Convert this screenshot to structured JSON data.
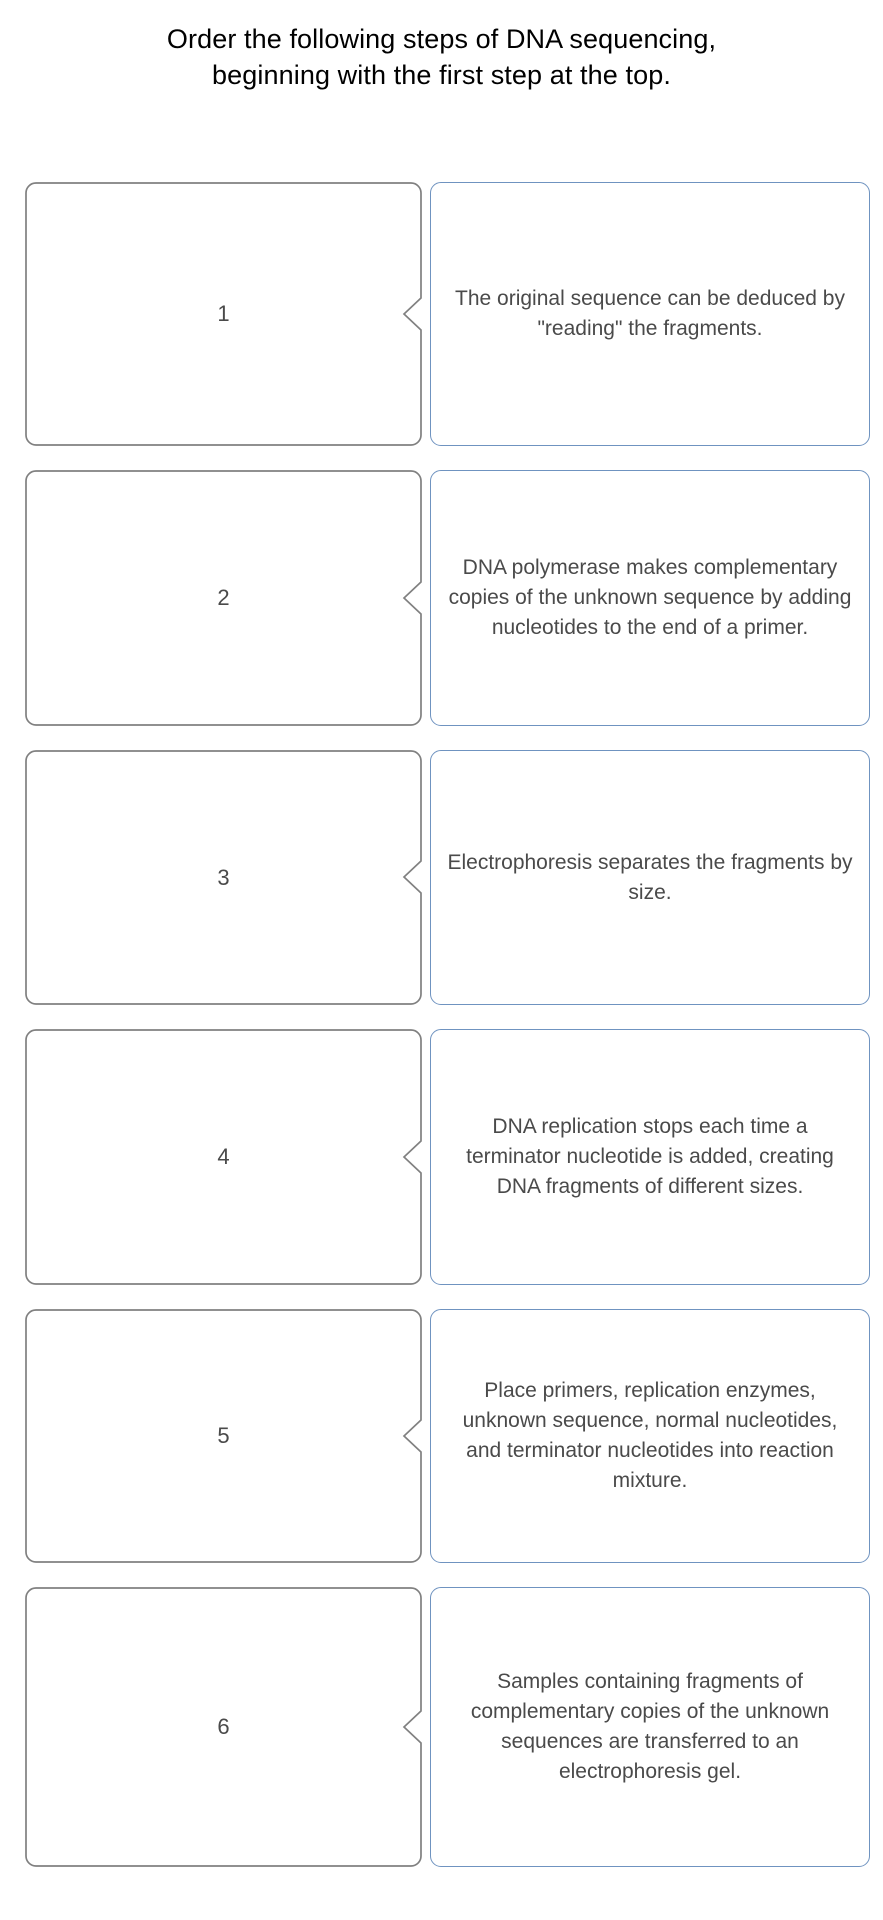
{
  "page": {
    "background_color": "#ffffff",
    "text_color": "#4a4a4a",
    "heading_color": "#000000",
    "slot_border_color": "#808080",
    "card_border_color": "#6f93c0"
  },
  "prompt": {
    "line1": "Order the following steps of DNA sequencing,",
    "line2": "beginning with the first step at the top."
  },
  "rows": [
    {
      "number": "1",
      "text": "The original sequence can be deduced by \"reading\" the fragments."
    },
    {
      "number": "2",
      "text": "DNA polymerase makes complementary copies of the unknown sequence by adding nucleotides to the end of a primer."
    },
    {
      "number": "3",
      "text": "Electrophoresis separates the fragments by size."
    },
    {
      "number": "4",
      "text": "DNA replication stops each time a terminator nucleotide is added, creating DNA fragments of different sizes."
    },
    {
      "number": "5",
      "text": "Place primers, replication enzymes, unknown sequence, normal nucleotides, and terminator nucleotides into reaction mixture."
    },
    {
      "number": "6",
      "text": "Samples containing fragments of complementary copies of the unknown sequences are transferred to an electrophoresis gel."
    }
  ]
}
